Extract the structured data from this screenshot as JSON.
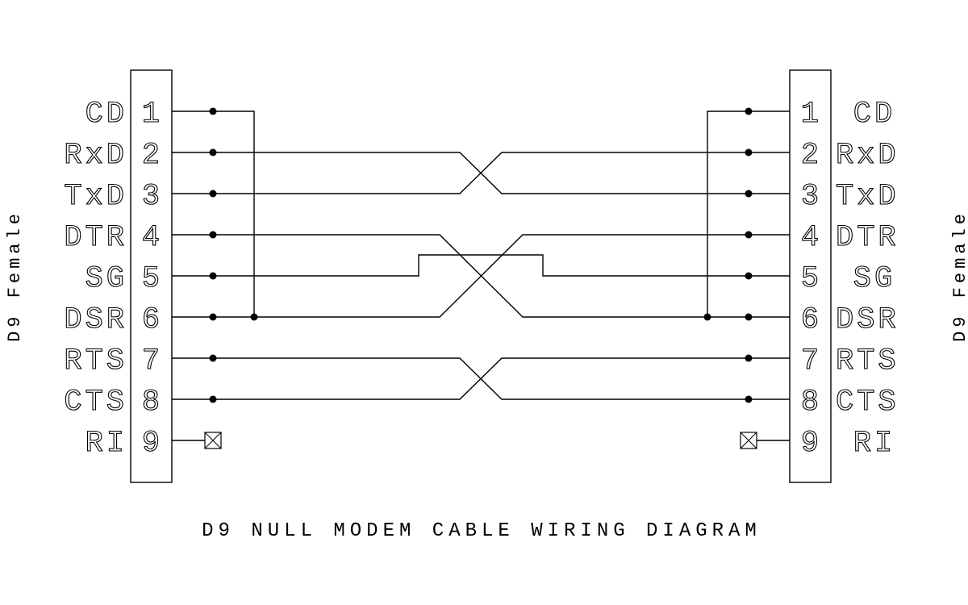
{
  "title": "D9 NULL MODEM CABLE WIRING DIAGRAM",
  "left_connector": {
    "type": "D9 Female",
    "pins": [
      {
        "num": "1",
        "signal": "CD"
      },
      {
        "num": "2",
        "signal": "RxD"
      },
      {
        "num": "3",
        "signal": "TxD"
      },
      {
        "num": "4",
        "signal": "DTR"
      },
      {
        "num": "5",
        "signal": "SG"
      },
      {
        "num": "6",
        "signal": "DSR"
      },
      {
        "num": "7",
        "signal": "RTS"
      },
      {
        "num": "8",
        "signal": "CTS"
      },
      {
        "num": "9",
        "signal": "RI"
      }
    ]
  },
  "right_connector": {
    "type": "D9 Female",
    "pins": [
      {
        "num": "1",
        "signal": "CD"
      },
      {
        "num": "2",
        "signal": "RxD"
      },
      {
        "num": "3",
        "signal": "TxD"
      },
      {
        "num": "4",
        "signal": "DTR"
      },
      {
        "num": "5",
        "signal": "SG"
      },
      {
        "num": "6",
        "signal": "DSR"
      },
      {
        "num": "7",
        "signal": "RTS"
      },
      {
        "num": "8",
        "signal": "CTS"
      },
      {
        "num": "9",
        "signal": "RI"
      }
    ]
  },
  "connections": [
    {
      "from": 2,
      "to": 3
    },
    {
      "from": 3,
      "to": 2
    },
    {
      "from": 4,
      "to": 6
    },
    {
      "from": 6,
      "to": 4
    },
    {
      "from": 5,
      "to": 5
    },
    {
      "from": 7,
      "to": 8
    },
    {
      "from": 8,
      "to": 7
    }
  ],
  "local_jumpers": [
    {
      "pins": [
        1,
        6
      ]
    }
  ],
  "unconnected_pins": [
    9
  ]
}
